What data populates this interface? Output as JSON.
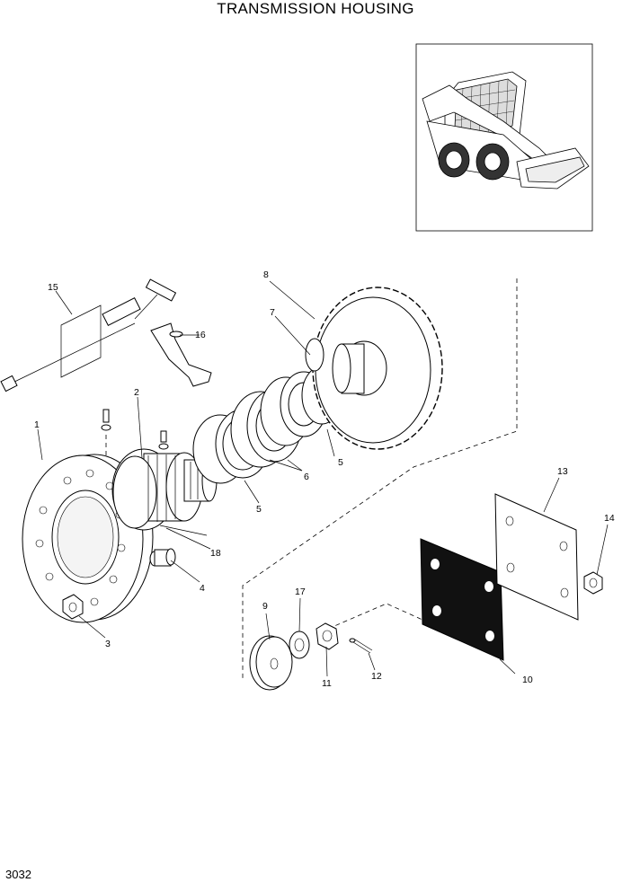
{
  "title": "TRANSMISSION HOUSING",
  "page_number": "3032",
  "machine_inset": {
    "description_icon": "skid-steer-loader-icon"
  },
  "callouts": [
    {
      "id": "1",
      "label": "1"
    },
    {
      "id": "2",
      "label": "2"
    },
    {
      "id": "3",
      "label": "3"
    },
    {
      "id": "4",
      "label": "4"
    },
    {
      "id": "5a",
      "label": "5"
    },
    {
      "id": "5b",
      "label": "5"
    },
    {
      "id": "6",
      "label": "6"
    },
    {
      "id": "7",
      "label": "7"
    },
    {
      "id": "8",
      "label": "8"
    },
    {
      "id": "9",
      "label": "9"
    },
    {
      "id": "10",
      "label": "10"
    },
    {
      "id": "11",
      "label": "11"
    },
    {
      "id": "12",
      "label": "12"
    },
    {
      "id": "13",
      "label": "13"
    },
    {
      "id": "14",
      "label": "14"
    },
    {
      "id": "15",
      "label": "15"
    },
    {
      "id": "16",
      "label": "16"
    },
    {
      "id": "17",
      "label": "17"
    },
    {
      "id": "18",
      "label": "18"
    }
  ]
}
